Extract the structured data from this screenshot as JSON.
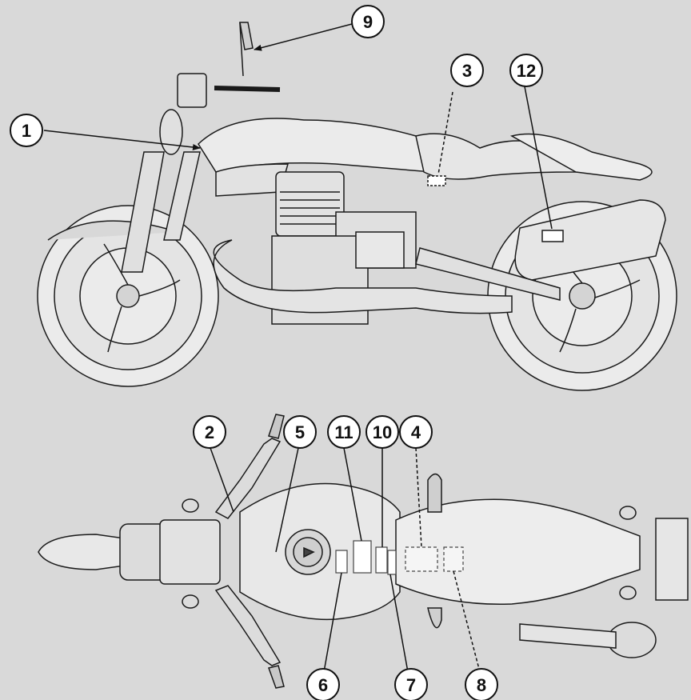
{
  "diagram": {
    "background": "#d9d9d9",
    "line_color": "#1a1a1a",
    "bike_fill": "#ebebeb",
    "callouts_side_view": [
      {
        "id": "c1",
        "label": "1"
      },
      {
        "id": "c3",
        "label": "3"
      },
      {
        "id": "c9",
        "label": "9"
      },
      {
        "id": "c12",
        "label": "12"
      }
    ],
    "callouts_top_view": [
      {
        "id": "c2",
        "label": "2"
      },
      {
        "id": "c4",
        "label": "4"
      },
      {
        "id": "c5",
        "label": "5"
      },
      {
        "id": "c6",
        "label": "6"
      },
      {
        "id": "c7",
        "label": "7"
      },
      {
        "id": "c8",
        "label": "8"
      },
      {
        "id": "c10",
        "label": "10"
      },
      {
        "id": "c11",
        "label": "11"
      }
    ]
  }
}
